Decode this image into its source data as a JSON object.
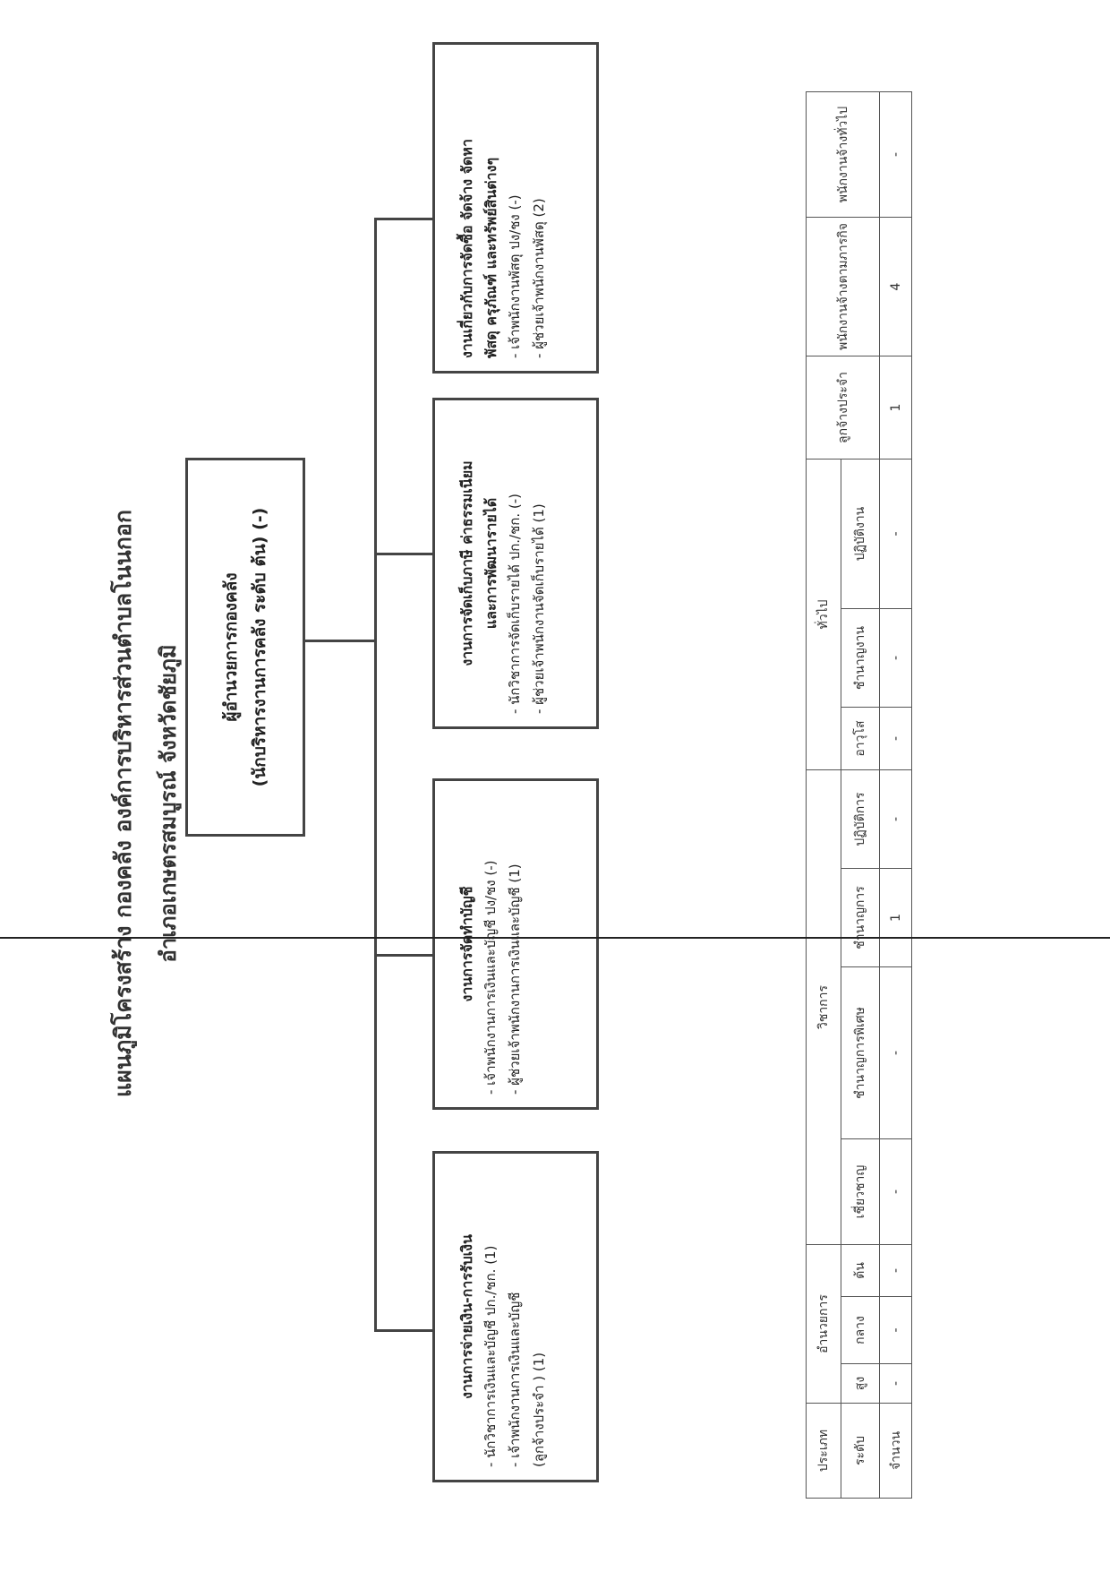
{
  "title": {
    "line1": "แผนภูมิโครงสร้าง กองคลัง องค์การบริหารส่วนตำบลโนนกอก",
    "line2": "อำเภอเกษตรสมบูรณ์ จังหวัดชัยภูมิ"
  },
  "head": {
    "position": "ผู้อำนวยการกองคลัง",
    "level": "(นักบริหารงานการคลัง ระดับ ต้น) (-)"
  },
  "units": [
    {
      "title": [
        "งานการจ่ายเงิน-การรับเงิน"
      ],
      "items": [
        "- นักวิชาการเงินและบัญชี ปก./ชก. (1)",
        "- เจ้าพนักงานการเงินและบัญชี",
        "(ลูกจ้างประจำ ) (1)"
      ]
    },
    {
      "title": [
        "งานการจัดทำบัญชี"
      ],
      "items": [
        "- เจ้าพนักงานการเงินและบัญชี ปง/ชง (-)",
        "- ผู้ช่วยเจ้าพนักงานการเงินและบัญชี (1)"
      ]
    },
    {
      "title": [
        "งานการจัดเก็บภาษี ค่าธรรมเนียม",
        "และการพัฒนารายได้"
      ],
      "items": [
        "- นักวิชาการจัดเก็บรายได้ ปก./ชก. (-)",
        "- ผู้ช่วยเจ้าพนักงานจัดเก็บรายได้ (1)"
      ]
    },
    {
      "title": [
        "งานเกี่ยวกับการจัดซื้อ จัดจ้าง จัดหา",
        "พัสดุ ครุภัณฑ์ และทรัพย์สินต่างๆ"
      ],
      "items": [
        "- เจ้าพนักงานพัสดุ ปง/ชง (-)",
        "- ผู้ช่วยเจ้าพนักงานพัสดุ (2)"
      ]
    }
  ],
  "table": {
    "type_label": "ประเภท",
    "level_label": "ระดับ",
    "count_label": "จำนวน",
    "groups": [
      "อำนวยการ",
      "วิชาการ",
      "ทั่วไป"
    ],
    "levels": [
      "สูง",
      "กลาง",
      "ต้น",
      "เชี่ยวชาญ",
      "ชำนาญการพิเศษ",
      "ชำนาญการ",
      "ปฏิบัติการ",
      "อาวุโส",
      "ชำนาญงาน",
      "ปฏิบัติงาน"
    ],
    "others": [
      "ลูกจ้างประจำ",
      "พนักงานจ้างตามภารกิจ",
      "พนักงานจ้างทั่วไป"
    ],
    "counts": [
      "-",
      "-",
      "-",
      "-",
      "-",
      "1",
      "-",
      "-",
      "-",
      "-",
      "1",
      "4",
      "-"
    ]
  }
}
